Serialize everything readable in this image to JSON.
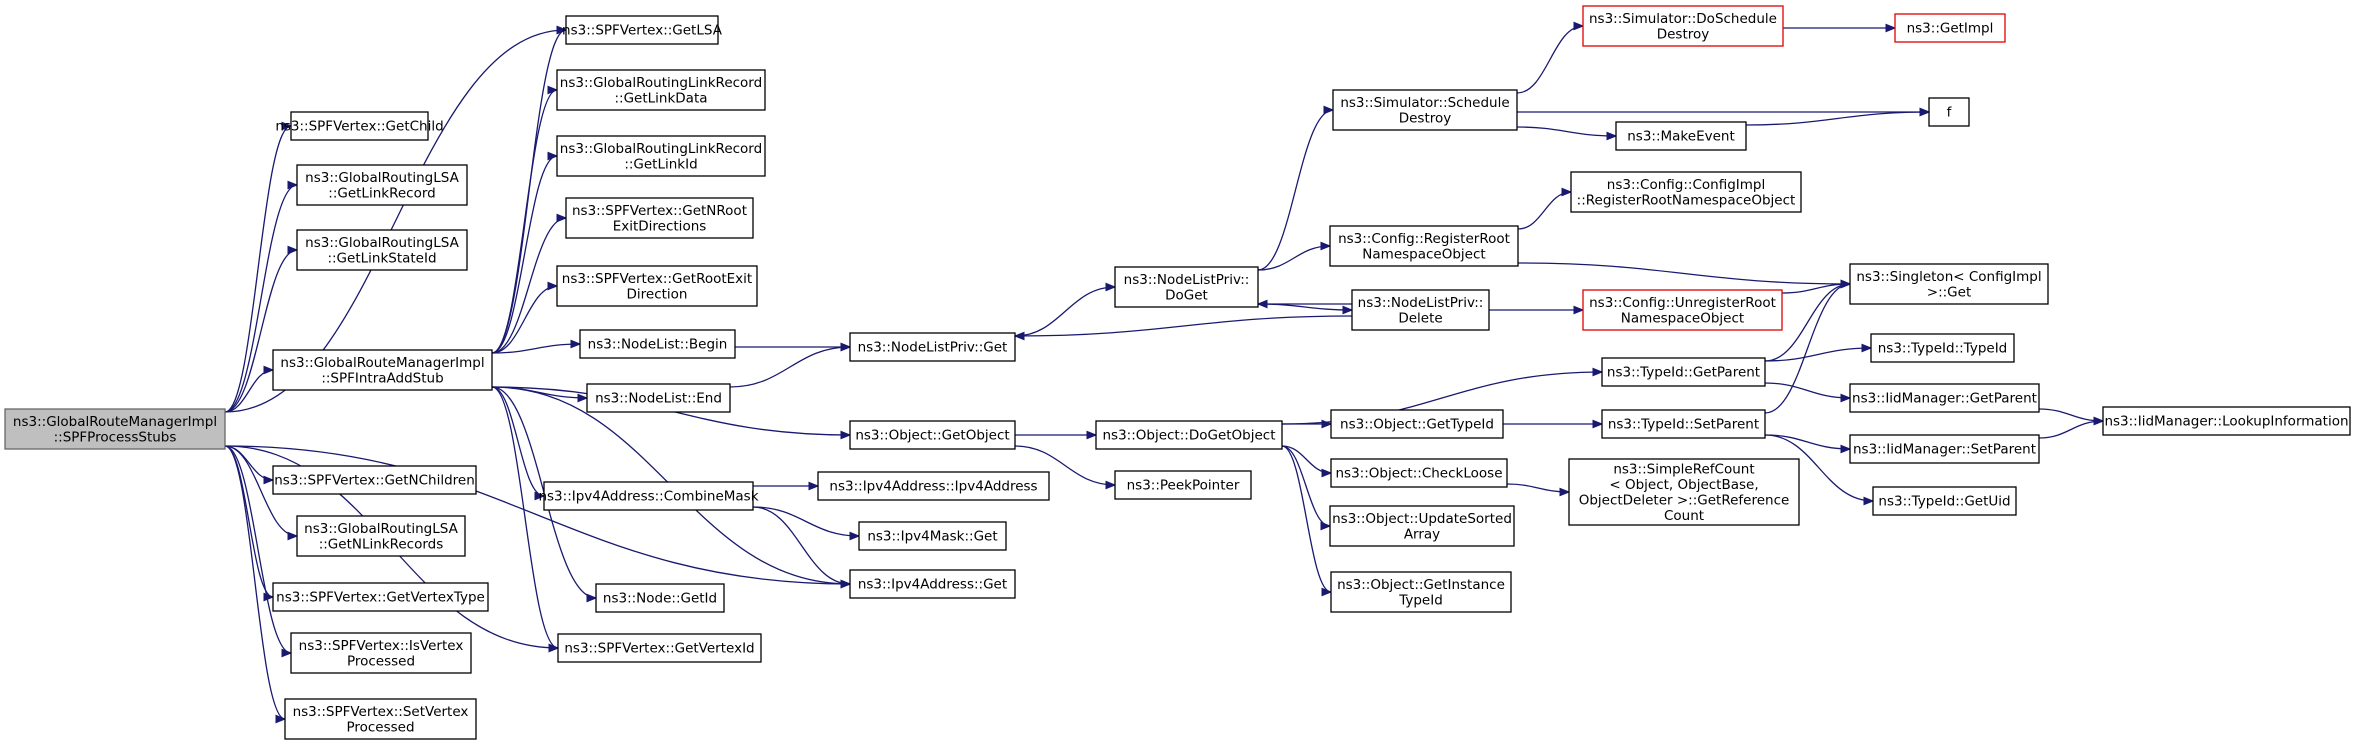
{
  "nodes": [
    {
      "id": "root",
      "lines": [
        "ns3::GlobalRouteManagerImpl",
        "::SPFProcessStubs"
      ],
      "style": "root",
      "link": false
    },
    {
      "id": "getchild",
      "lines": [
        "ns3::SPFVertex::GetChild"
      ],
      "link": true
    },
    {
      "id": "glsa_linkrec",
      "lines": [
        "ns3::GlobalRoutingLSA",
        "::GetLinkRecord"
      ],
      "link": true
    },
    {
      "id": "glsa_lsid",
      "lines": [
        "ns3::GlobalRoutingLSA",
        "::GetLinkStateId"
      ],
      "link": true
    },
    {
      "id": "intraadd",
      "lines": [
        "ns3::GlobalRouteManagerImpl",
        "::SPFIntraAddStub"
      ],
      "link": true
    },
    {
      "id": "getnchildren",
      "lines": [
        "ns3::SPFVertex::GetNChildren"
      ],
      "link": true
    },
    {
      "id": "glsa_nlink",
      "lines": [
        "ns3::GlobalRoutingLSA",
        "::GetNLinkRecords"
      ],
      "link": true
    },
    {
      "id": "getvtype",
      "lines": [
        "ns3::SPFVertex::GetVertexType"
      ],
      "link": true
    },
    {
      "id": "isvproc",
      "lines": [
        "ns3::SPFVertex::IsVertex",
        "Processed"
      ],
      "link": true
    },
    {
      "id": "setvproc",
      "lines": [
        "ns3::SPFVertex::SetVertex",
        "Processed"
      ],
      "link": true
    },
    {
      "id": "getlsa",
      "lines": [
        "ns3::SPFVertex::GetLSA"
      ],
      "link": true
    },
    {
      "id": "glr_data",
      "lines": [
        "ns3::GlobalRoutingLinkRecord",
        "::GetLinkData"
      ],
      "link": true
    },
    {
      "id": "glr_id",
      "lines": [
        "ns3::GlobalRoutingLinkRecord",
        "::GetLinkId"
      ],
      "link": true
    },
    {
      "id": "nroot",
      "lines": [
        "ns3::SPFVertex::GetNRoot",
        "ExitDirections"
      ],
      "link": true
    },
    {
      "id": "rootexit",
      "lines": [
        "ns3::SPFVertex::GetRootExit",
        "Direction"
      ],
      "link": true
    },
    {
      "id": "nl_begin",
      "lines": [
        "ns3::NodeList::Begin"
      ],
      "link": true
    },
    {
      "id": "nl_end",
      "lines": [
        "ns3::NodeList::End"
      ],
      "link": true
    },
    {
      "id": "combinemask",
      "lines": [
        "ns3::Ipv4Address::CombineMask"
      ],
      "link": true
    },
    {
      "id": "node_getid",
      "lines": [
        "ns3::Node::GetId"
      ],
      "link": true
    },
    {
      "id": "getvertexid",
      "lines": [
        "ns3::SPFVertex::GetVertexId"
      ],
      "link": true
    },
    {
      "id": "nlp_get",
      "lines": [
        "ns3::NodeListPriv::Get"
      ],
      "link": true
    },
    {
      "id": "obj_getobject",
      "lines": [
        "ns3::Object::GetObject"
      ],
      "link": true
    },
    {
      "id": "ipv4_ctor",
      "lines": [
        "ns3::Ipv4Address::Ipv4Address"
      ],
      "link": true
    },
    {
      "id": "ipv4mask_get",
      "lines": [
        "ns3::Ipv4Mask::Get"
      ],
      "link": true
    },
    {
      "id": "ipv4_get",
      "lines": [
        "ns3::Ipv4Address::Get"
      ],
      "link": true
    },
    {
      "id": "nlp_doget",
      "lines": [
        "ns3::NodeListPriv::",
        "DoGet"
      ],
      "link": true
    },
    {
      "id": "obj_dogetobject",
      "lines": [
        "ns3::Object::DoGetObject"
      ],
      "link": true
    },
    {
      "id": "peekpointer",
      "lines": [
        "ns3::PeekPointer"
      ],
      "link": true
    },
    {
      "id": "sim_schedule",
      "lines": [
        "ns3::Simulator::Schedule",
        "Destroy"
      ],
      "link": true
    },
    {
      "id": "cfg_register",
      "lines": [
        "ns3::Config::RegisterRoot",
        "NamespaceObject"
      ],
      "link": true
    },
    {
      "id": "nlp_delete",
      "lines": [
        "ns3::NodeListPriv::",
        "Delete"
      ],
      "link": true
    },
    {
      "id": "obj_gettypeid",
      "lines": [
        "ns3::Object::GetTypeId"
      ],
      "link": true
    },
    {
      "id": "obj_checkloose",
      "lines": [
        "ns3::Object::CheckLoose"
      ],
      "link": true
    },
    {
      "id": "obj_updatesorted",
      "lines": [
        "ns3::Object::UpdateSorted",
        "Array"
      ],
      "link": true
    },
    {
      "id": "obj_getinstance",
      "lines": [
        "ns3::Object::GetInstance",
        "TypeId"
      ],
      "link": true
    },
    {
      "id": "sim_doschedule",
      "lines": [
        "ns3::Simulator::DoSchedule",
        "Destroy"
      ],
      "style": "red",
      "link": true
    },
    {
      "id": "makeevent",
      "lines": [
        "ns3::MakeEvent"
      ],
      "link": true
    },
    {
      "id": "cfgimpl_register",
      "lines": [
        "ns3::Config::ConfigImpl",
        "::RegisterRootNamespaceObject"
      ],
      "link": true
    },
    {
      "id": "cfg_unregister",
      "lines": [
        "ns3::Config::UnregisterRoot",
        "NamespaceObject"
      ],
      "style": "red",
      "link": true
    },
    {
      "id": "typeid_getparent",
      "lines": [
        "ns3::TypeId::GetParent"
      ],
      "link": true
    },
    {
      "id": "typeid_setparent",
      "lines": [
        "ns3::TypeId::SetParent"
      ],
      "link": true
    },
    {
      "id": "refcount",
      "lines": [
        "ns3::SimpleRefCount",
        "< Object, ObjectBase,",
        "ObjectDeleter >::GetReference",
        "Count"
      ],
      "link": true
    },
    {
      "id": "getimpl",
      "lines": [
        "ns3::GetImpl"
      ],
      "style": "red",
      "link": true
    },
    {
      "id": "f",
      "lines": [
        "f"
      ],
      "link": true
    },
    {
      "id": "singleton",
      "lines": [
        "ns3::Singleton< ConfigImpl",
        ">::Get"
      ],
      "link": true
    },
    {
      "id": "typeid_ctor",
      "lines": [
        "ns3::TypeId::TypeId"
      ],
      "link": true
    },
    {
      "id": "iid_getparent",
      "lines": [
        "ns3::IidManager::GetParent"
      ],
      "link": true
    },
    {
      "id": "iid_setparent",
      "lines": [
        "ns3::IidManager::SetParent"
      ],
      "link": true
    },
    {
      "id": "typeid_getuid",
      "lines": [
        "ns3::TypeId::GetUid"
      ],
      "link": true
    },
    {
      "id": "iid_lookup",
      "lines": [
        "ns3::IidManager::LookupInformation"
      ],
      "link": true
    }
  ],
  "edges": [
    [
      "root",
      "getchild"
    ],
    [
      "root",
      "glsa_linkrec"
    ],
    [
      "root",
      "glsa_lsid"
    ],
    [
      "root",
      "intraadd"
    ],
    [
      "root",
      "getnchildren"
    ],
    [
      "root",
      "glsa_nlink"
    ],
    [
      "root",
      "getvtype"
    ],
    [
      "root",
      "isvproc"
    ],
    [
      "root",
      "setvproc"
    ],
    [
      "root",
      "getlsa"
    ],
    [
      "root",
      "getvertexid"
    ],
    [
      "root",
      "ipv4_get"
    ],
    [
      "intraadd",
      "getlsa"
    ],
    [
      "intraadd",
      "glr_data"
    ],
    [
      "intraadd",
      "glr_id"
    ],
    [
      "intraadd",
      "nroot"
    ],
    [
      "intraadd",
      "rootexit"
    ],
    [
      "intraadd",
      "nl_begin"
    ],
    [
      "intraadd",
      "nl_end"
    ],
    [
      "intraadd",
      "combinemask"
    ],
    [
      "intraadd",
      "node_getid"
    ],
    [
      "intraadd",
      "getvertexid"
    ],
    [
      "intraadd",
      "obj_getobject"
    ],
    [
      "intraadd",
      "ipv4_get"
    ],
    [
      "nl_begin",
      "nlp_get"
    ],
    [
      "nl_end",
      "nlp_get"
    ],
    [
      "combinemask",
      "ipv4_ctor"
    ],
    [
      "combinemask",
      "ipv4mask_get"
    ],
    [
      "combinemask",
      "ipv4_get"
    ],
    [
      "nlp_get",
      "nlp_doget"
    ],
    [
      "obj_getobject",
      "obj_dogetobject"
    ],
    [
      "obj_getobject",
      "peekpointer"
    ],
    [
      "nlp_doget",
      "sim_schedule"
    ],
    [
      "nlp_doget",
      "cfg_register"
    ],
    [
      "nlp_doget",
      "nlp_delete"
    ],
    [
      "nlp_delete",
      "nlp_doget"
    ],
    [
      "nlp_delete",
      "nlp_get"
    ],
    [
      "nlp_delete",
      "cfg_unregister"
    ],
    [
      "obj_dogetobject",
      "typeid_getparent"
    ],
    [
      "obj_dogetobject",
      "obj_gettypeid"
    ],
    [
      "obj_dogetobject",
      "obj_checkloose"
    ],
    [
      "obj_dogetobject",
      "obj_updatesorted"
    ],
    [
      "obj_dogetobject",
      "obj_getinstance"
    ],
    [
      "sim_schedule",
      "sim_doschedule"
    ],
    [
      "sim_schedule",
      "f"
    ],
    [
      "sim_schedule",
      "makeevent"
    ],
    [
      "sim_doschedule",
      "getimpl"
    ],
    [
      "makeevent",
      "f"
    ],
    [
      "cfg_register",
      "cfgimpl_register"
    ],
    [
      "cfg_register",
      "singleton"
    ],
    [
      "cfg_unregister",
      "singleton"
    ],
    [
      "obj_gettypeid",
      "typeid_setparent"
    ],
    [
      "obj_checkloose",
      "refcount"
    ],
    [
      "typeid_getparent",
      "singleton"
    ],
    [
      "typeid_getparent",
      "typeid_ctor"
    ],
    [
      "typeid_getparent",
      "iid_getparent"
    ],
    [
      "typeid_setparent",
      "singleton"
    ],
    [
      "typeid_setparent",
      "iid_setparent"
    ],
    [
      "typeid_setparent",
      "typeid_getuid"
    ],
    [
      "iid_getparent",
      "iid_lookup"
    ],
    [
      "iid_setparent",
      "iid_lookup"
    ]
  ],
  "colors": {
    "edge": "#191970",
    "root_fill": "#bfbfbf",
    "root_border": "#666666",
    "border": "#000000",
    "highlight_border": "#e00000"
  }
}
